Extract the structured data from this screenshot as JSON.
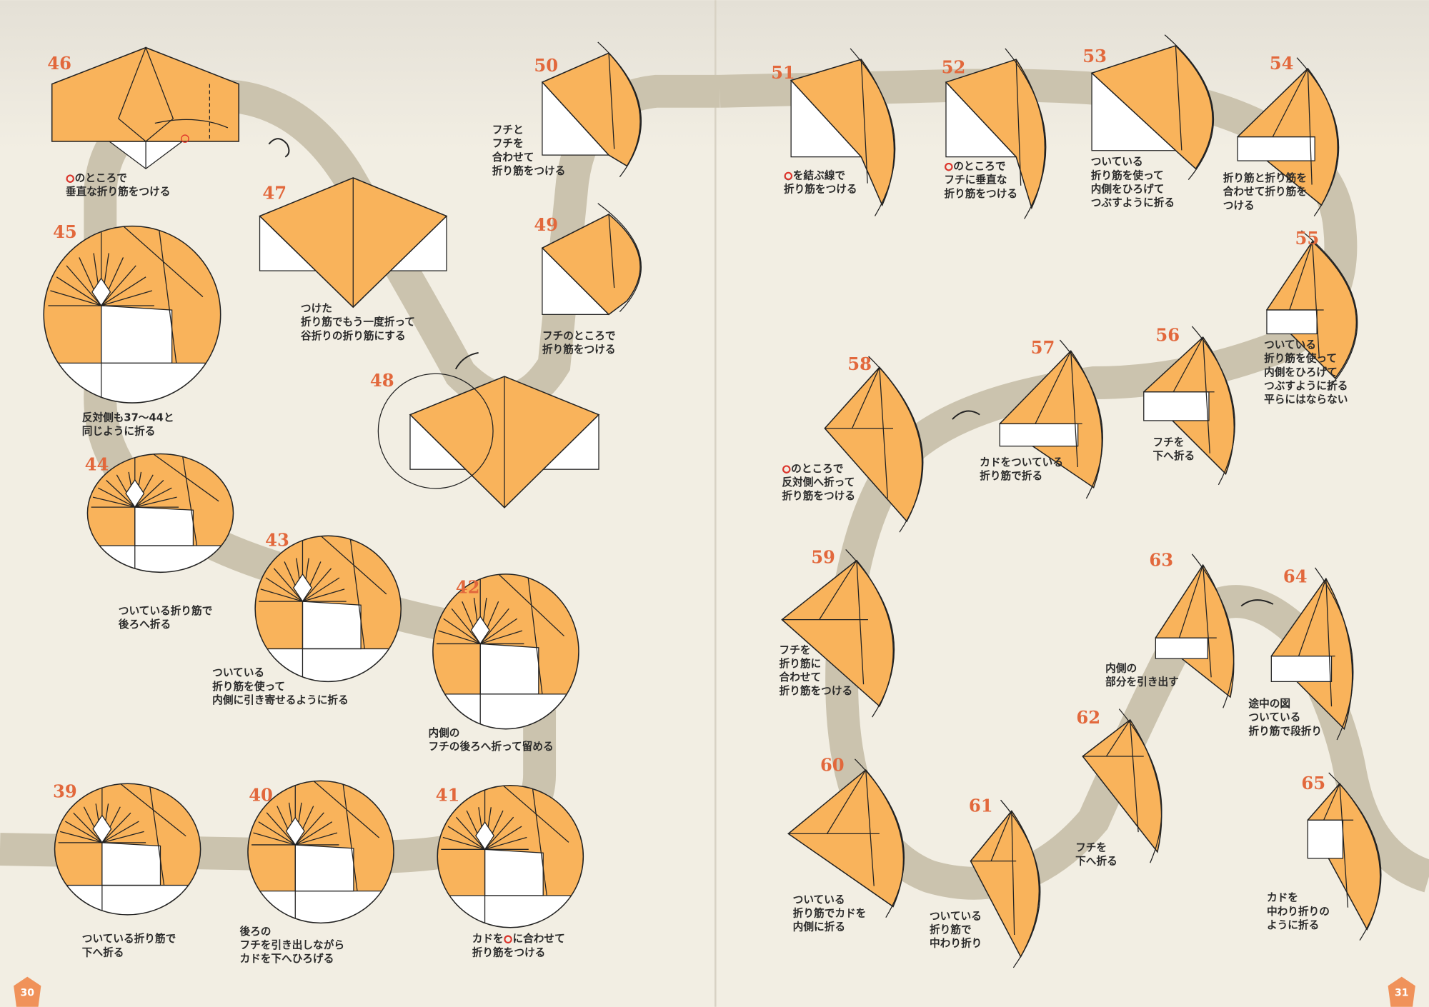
{
  "colors": {
    "paper": "#f9b35b",
    "white": "#ffffff",
    "road": "#cbc3ae",
    "number": "#e2683c",
    "mark": "#e0332a",
    "background": "#f2eee3",
    "ink": "#222222"
  },
  "pages": {
    "left": "30",
    "right": "31"
  },
  "steps": [
    {
      "num": "46",
      "caption": [
        "○のところで",
        "垂直な折り筋をつける"
      ]
    },
    {
      "num": "47",
      "caption": [
        "つけた",
        "折り筋でもう一度折って",
        "谷折りの折り筋にする"
      ]
    },
    {
      "num": "48",
      "caption": []
    },
    {
      "num": "49",
      "caption": [
        "フチのところで",
        "折り筋をつける"
      ]
    },
    {
      "num": "50",
      "caption": [
        "フチと",
        "フチを",
        "合わせて",
        "折り筋をつける"
      ]
    },
    {
      "num": "45",
      "caption": [
        "反対側も37〜44と",
        "同じように折る"
      ]
    },
    {
      "num": "44",
      "caption": [
        "ついている折り筋で",
        "後ろへ折る"
      ]
    },
    {
      "num": "43",
      "caption": [
        "ついている",
        "折り筋を使って",
        "内側に引き寄せるように折る"
      ]
    },
    {
      "num": "42",
      "caption": [
        "内側の",
        "フチの後ろへ折って留める"
      ]
    },
    {
      "num": "39",
      "caption": [
        "ついている折り筋で",
        "下へ折る"
      ]
    },
    {
      "num": "40",
      "caption": [
        "後ろの",
        "フチを引き出しながら",
        "カドを下へひろげる"
      ]
    },
    {
      "num": "41",
      "caption": [
        "カドを○に合わせて",
        "折り筋をつける"
      ]
    },
    {
      "num": "51",
      "caption": [
        "○を結ぶ線で",
        "折り筋をつける"
      ]
    },
    {
      "num": "52",
      "caption": [
        "○のところで",
        "フチに垂直な",
        "折り筋をつける"
      ]
    },
    {
      "num": "53",
      "caption": [
        "ついている",
        "折り筋を使って",
        "内側をひろげて",
        "つぶすように折る"
      ]
    },
    {
      "num": "54",
      "caption": [
        "折り筋と折り筋を",
        "合わせて折り筋を",
        "つける"
      ]
    },
    {
      "num": "55",
      "caption": [
        "ついている",
        "折り筋を使って",
        "内側をひろげて",
        "つぶすように折る",
        "平らにはならない"
      ]
    },
    {
      "num": "56",
      "caption": [
        "フチを",
        "下へ折る"
      ]
    },
    {
      "num": "57",
      "caption": [
        "カドをついている",
        "折り筋で折る"
      ]
    },
    {
      "num": "58",
      "caption": [
        "○のところで",
        "反対側へ折って",
        "折り筋をつける"
      ]
    },
    {
      "num": "59",
      "caption": [
        "フチを",
        "折り筋に",
        "合わせて",
        "折り筋をつける"
      ]
    },
    {
      "num": "60",
      "caption": [
        "ついている",
        "折り筋でカドを",
        "内側に折る"
      ]
    },
    {
      "num": "61",
      "caption": [
        "ついている",
        "折り筋で",
        "中わり折り"
      ]
    },
    {
      "num": "62",
      "caption": [
        "フチを",
        "下へ折る"
      ]
    },
    {
      "num": "63",
      "caption": [
        "内側の",
        "部分を引き出す"
      ]
    },
    {
      "num": "64",
      "caption": [
        "途中の図",
        "ついている",
        "折り筋で段折り"
      ]
    },
    {
      "num": "65",
      "caption": [
        "カドを",
        "中わり折りの",
        "ように折る"
      ]
    }
  ]
}
